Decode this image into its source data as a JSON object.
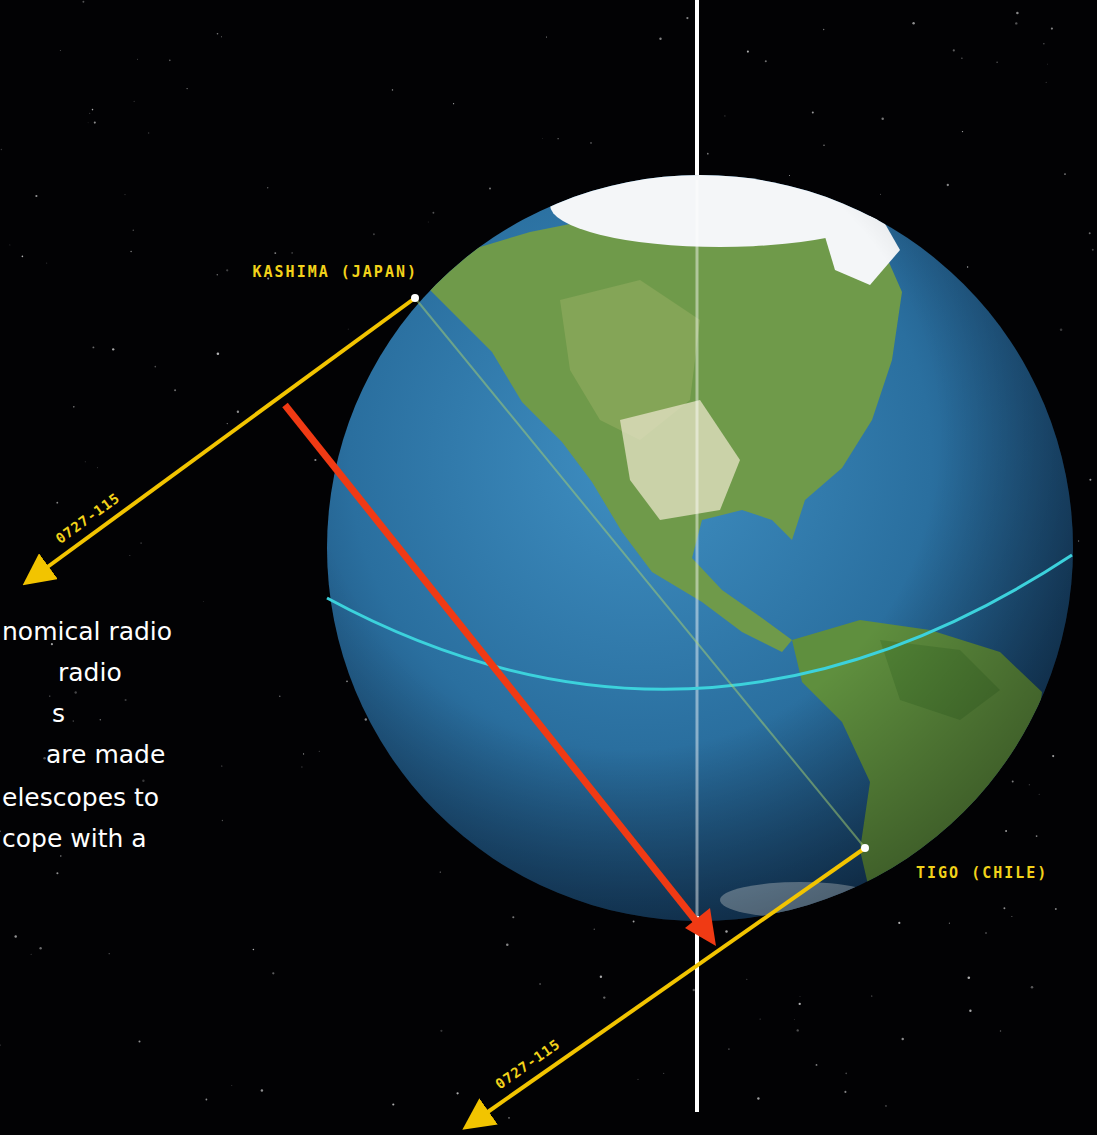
{
  "diagram": {
    "labels": [
      "KASHIMA (JAPAN)",
      "0727-115",
      "TIGO (CHILE)",
      "nomical radio",
      "radio",
      "s",
      "are made",
      "elescopes to",
      "0727-115",
      "cope with a"
    ]
  }
}
